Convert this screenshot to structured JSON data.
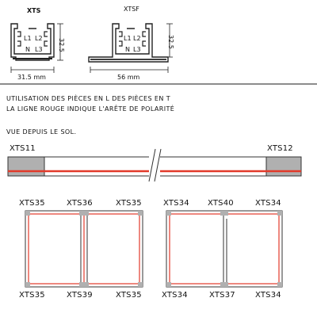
{
  "profiles": {
    "left": {
      "title": "XTS",
      "labels": [
        "L1",
        "L2",
        "N",
        "L3"
      ],
      "height_dim": "32.5",
      "width_dim": "31.5 mm"
    },
    "right": {
      "title": "XTSF",
      "labels": [
        "L1",
        "L2",
        "N",
        "L3"
      ],
      "height_dim": "32.5",
      "width_dim": "56 mm"
    }
  },
  "instructions": [
    "UTILISATION DES PIÈCES EN L DES PIÈCES EN T",
    "LA LIGNE ROUGE INDIQUE L'ARÊTE DE POLARITÉ"
  ],
  "view_note": "VUE DEPUIS LE SOL.",
  "straight_track": {
    "left_end": "XTS11",
    "right_end": "XTS12"
  },
  "layout_left": {
    "top": [
      "XTS35",
      "XTS36",
      "XTS35"
    ],
    "bottom": [
      "XTS35",
      "XTS39",
      "XTS35"
    ]
  },
  "layout_right": {
    "top": [
      "XTS34",
      "XTS40",
      "XTS34"
    ],
    "bottom": [
      "XTS34",
      "XTS37",
      "XTS34"
    ]
  },
  "colors": {
    "polarity": "#e23a2a",
    "connector": "#b0b0b0",
    "line": "#333333"
  }
}
